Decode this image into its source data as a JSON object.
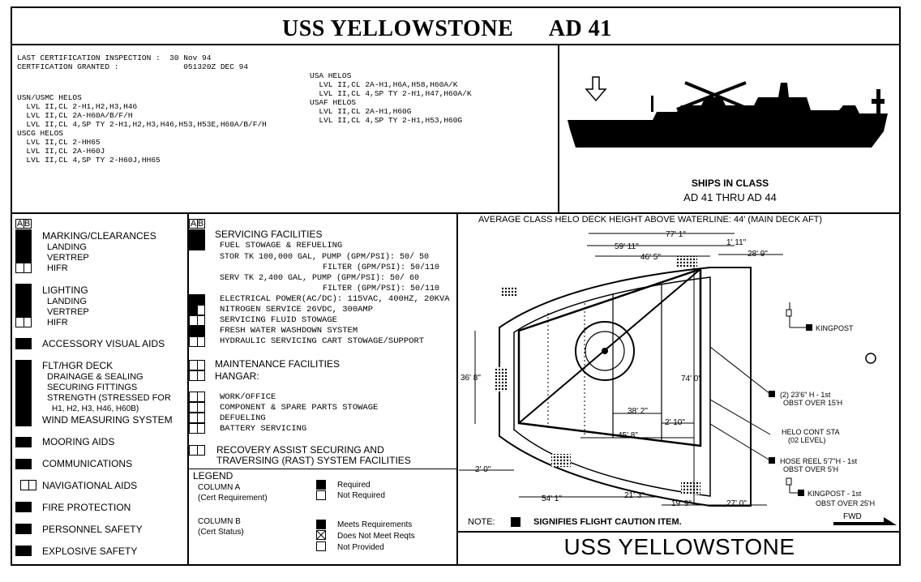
{
  "title": {
    "ship": "USS YELLOWSTONE",
    "hull": "AD 41"
  },
  "cert": {
    "line1": "LAST CERTIFICATION INSPECTION :  30 Nov 94",
    "line2": "CERTFICATION GRANTED :              051320Z DEC 94"
  },
  "helos_left": "USN/USMC HELOS\n  LVL II,CL 2-H1,H2,H3,H46\n  LVL II,CL 2A-H60A/B/F/H\n  LVL II,CL 4,SP TY 2-H1,H2,H3,H46,H53,H53E,H60A/B/F/H\nUSCG HELOS\n  LVL II,CL 2-HH65\n  LVL II,CL 2A-H60J\n  LVL II,CL 4,SP TY 2-H60J,HH65",
  "helos_right": "USA HELOS\n  LVL II,CL 2A-H1,H6A,H58,H60A/K\n  LVL II,CL 4,SP TY 2-H1,H47,H60A/K\nUSAF HELOS\n  LVL II,CL 2A-H1,H60G\n  LVL II,CL 4,SP TY 2-H1,H53,H60G",
  "ships_in_class": {
    "label": "SHIPS IN CLASS",
    "range": "AD 41 THRU AD 44"
  },
  "col_header": {
    "a": "A",
    "b": "B"
  },
  "left_items": {
    "marking": "MARKING/CLEARANCES",
    "marking_landing": "LANDING",
    "marking_vertrep": "VERTREP",
    "marking_hifr": "HIFR",
    "lighting": "LIGHTING",
    "lighting_landing": "LANDING",
    "lighting_vertrep": "VERTREP",
    "lighting_hifr": "HIFR",
    "visual_aids": "ACCESSORY VISUAL AIDS",
    "flt_hgr": "FLT/HGR DECK",
    "drainage": "DRAINAGE & SEALING",
    "securing": "SECURING FITTINGS",
    "strength": "STRENGTH (STRESSED FOR",
    "strength2": "H1, H2, H3, H46, H60B)",
    "wind": "WIND MEASURING SYSTEM",
    "mooring": "MOORING AIDS",
    "comms": "COMMUNICATIONS",
    "nav": "NAVIGATIONAL AIDS",
    "fire": "FIRE PROTECTION",
    "personnel": "PERSONNEL SAFETY",
    "explosive": "EXPLOSIVE SAFETY"
  },
  "mid_items": {
    "servicing": "SERVICING FACILITIES",
    "fuel": "FUEL STOWAGE & REFUELING",
    "stor": "STOR TK    100,000 GAL, PUMP (GPM/PSI): 50/ 50",
    "stor_filter": "FILTER (GPM/PSI): 50/110",
    "serv": "SERV TK      2,400 GAL, PUMP (GPM/PSI): 50/ 60",
    "serv_filter": "FILTER (GPM/PSI): 50/110",
    "electrical": "ELECTRICAL POWER(AC/DC): 115VAC, 400HZ, 20KVA",
    "nitrogen": "NITROGEN SERVICE          26VDC, 300AMP",
    "fluid": "SERVICING FLUID STOWAGE",
    "freshwater": "FRESH WATER WASHDOWN SYSTEM",
    "hydraulic": "HYDRAULIC SERVICING CART STOWAGE/SUPPORT",
    "maintenance": "MAINTENANCE FACILITIES",
    "hangar": "HANGAR:",
    "workoffice": "WORK/OFFICE",
    "component": "COMPONENT & SPARE PARTS STOWAGE",
    "defueling": "DEFUELING",
    "battery": "BATTERY SERVICING",
    "recovery": "RECOVERY ASSIST SECURING AND",
    "recovery2": "TRAVERSING (RAST) SYSTEM FACILITIES"
  },
  "legend": {
    "title": "LEGEND",
    "col_a": "COLUMN A",
    "col_a_sub": "(Cert Requirement)",
    "col_b": "COLUMN B",
    "col_b_sub": "(Cert Status)",
    "required": "Required",
    "not_required": "Not Required",
    "meets": "Meets Requirements",
    "not_meets": "Does Not Meet Reqts",
    "not_provided": "Not Provided"
  },
  "diagram": {
    "height_note": "AVERAGE CLASS HELO DECK HEIGHT ABOVE WATERLINE: 44' (MAIN DECK AFT)",
    "dim_77": "77' 1\"",
    "dim_59": "59' 11\"",
    "dim_46": "46' 5\"",
    "dim_1_11": "1' 11\"",
    "dim_28": "28' 9\"",
    "dim_36": "36' 8\"",
    "dim_74": "74' 0\"",
    "dim_38": "38' 2\"",
    "dim_2_10": "2' 10\"",
    "dim_45": "45' 8\"",
    "dim_2_0": "2' 0\"",
    "dim_54": "54' 1\"",
    "dim_21": "21' 3\"",
    "dim_19": "19' 9\"",
    "dim_27": "27' 0\"",
    "kingpost": "KINGPOST",
    "obst1a": "(2) 23'6\" H - 1st",
    "obst1b": "OBST OVER 15'H",
    "helo_cont": "HELO CONT STA",
    "helo_cont2": "(02 LEVEL)",
    "hose": "HOSE REEL 5'7\"H - 1st",
    "hose2": "OBST OVER 5'H",
    "kingpost2": "KINGPOST - 1st",
    "kingpost2b": "OBST OVER 25'H",
    "fwd": "FWD",
    "note": "NOTE:",
    "note_text": "SIGNIFIES FLIGHT CAUTION ITEM."
  },
  "footer_name": "USS YELLOWSTONE"
}
